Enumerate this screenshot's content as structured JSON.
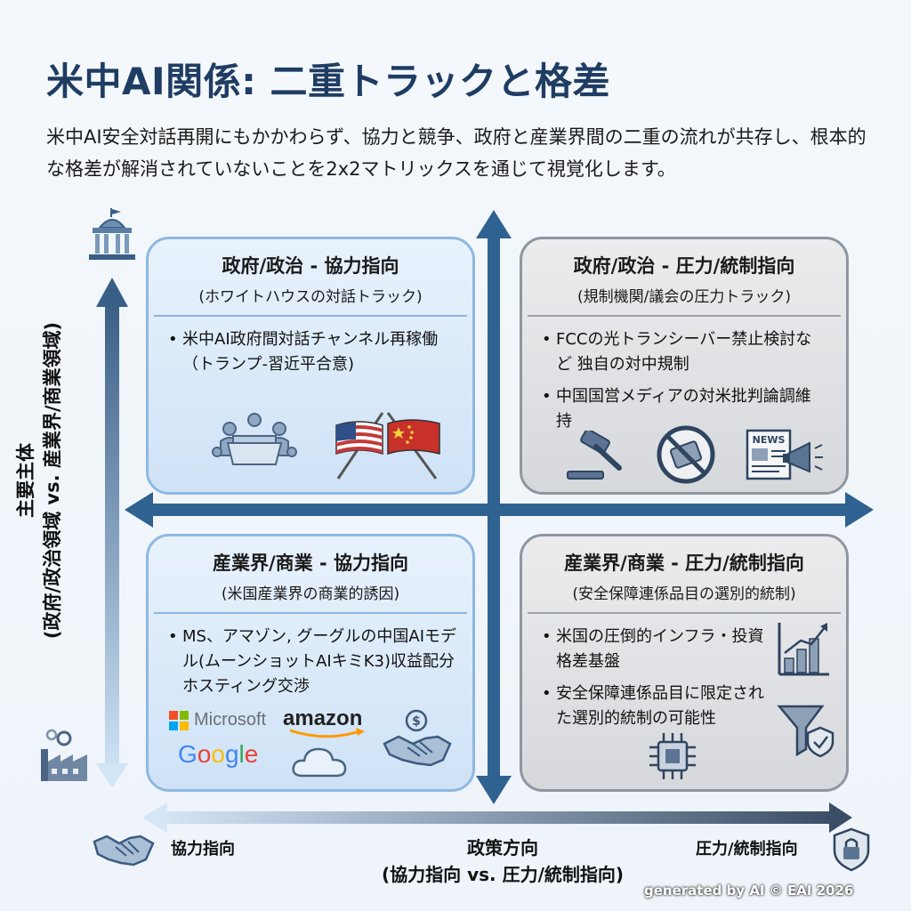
{
  "page": {
    "title": "米中AI関係: 二重トラックと格差",
    "subtitle": "米中AI安全対話再開にもかかわらず、協力と競争、政府と産業界間の二重の流れが共存し、根本的な格差が解消されていないことを2x2マトリックスを通じて視覚化します。"
  },
  "colors": {
    "title": "#1f3d63",
    "axis_dark": "#2e5f8f",
    "coop_fill": "#d8e8f8",
    "press_fill": "#dcdde0"
  },
  "y_axis": {
    "label_line1": "主要主体",
    "label_line2": "(政府/政治領域 vs. 産業界/商業領域)",
    "top_icon": "government-building-icon",
    "bottom_icon": "factory-icon"
  },
  "x_axis": {
    "left_label": "協力指向",
    "right_label": "圧力/統制指向",
    "center_line1": "政策方向",
    "center_line2": "(協力指向 vs. 圧力/統制指向)",
    "left_icon": "handshake-icon",
    "right_icon": "padlock-icon"
  },
  "quadrants": {
    "top_left": {
      "title": "政府/政治 - 協力指向",
      "subtitle": "(ホワイトハウスの対話トラック)",
      "bullets": [
        "米中AI政府間対話チャンネル再稼働（トランプ-習近平合意)"
      ],
      "icons": [
        "meeting-table-icon",
        "us-china-flags-icon"
      ]
    },
    "top_right": {
      "title": "政府/政治 - 圧力/統制指向",
      "subtitle": "(規制機関/議会の圧力トラック)",
      "bullets": [
        "FCCの光トランシーバー禁止検討など 独自の対中規制",
        "中国国営メディアの対米批判論調維持"
      ],
      "icons": [
        "gavel-icon",
        "prohibited-device-icon",
        "news-megaphone-icon"
      ],
      "news_text": "NEWS"
    },
    "bottom_left": {
      "title": "産業界/商業 - 協力指向",
      "subtitle": "(米国産業界の商業的誘因)",
      "bullets": [
        "MS、アマゾン, グーグルの中国AIモデル(ムーンショットAIキミK3)収益配分ホスティング交渉"
      ],
      "logos": {
        "microsoft": "Microsoft",
        "amazon": "amazon",
        "google": "Google"
      },
      "icons": [
        "cloud-icon",
        "money-handshake-icon"
      ]
    },
    "bottom_right": {
      "title": "産業界/商業 - 圧力/統制指向",
      "subtitle": "(安全保障連係品目の選別的統制)",
      "bullets": [
        "米国の圧倒的インフラ・投資格差基盤",
        "安全保障連係品目に限定された選別的統制の可能性"
      ],
      "icons": [
        "bar-chart-growth-icon",
        "filter-shield-icon",
        "microchip-icon"
      ]
    }
  },
  "watermark": "generated by AI © EAI 2026"
}
